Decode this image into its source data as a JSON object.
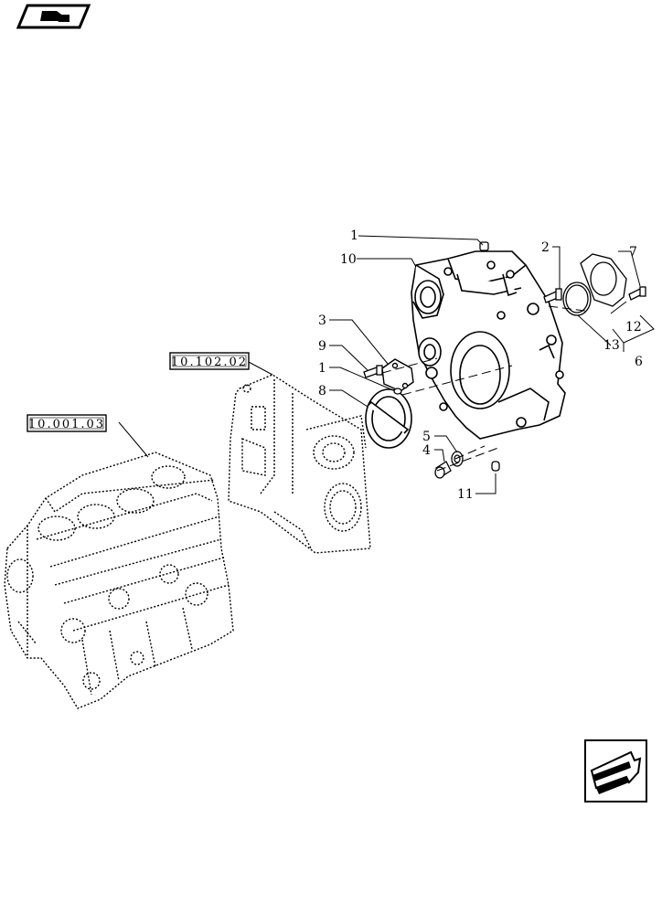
{
  "references": [
    {
      "id": "ref-engine-block",
      "label": "10.001.03"
    },
    {
      "id": "ref-gear-housing",
      "label": "10.102.02"
    }
  ],
  "callouts": [
    "1",
    "10",
    "3",
    "9",
    "1",
    "8",
    "2",
    "7",
    "12",
    "13",
    "6",
    "5",
    "4",
    "11"
  ],
  "icons": {
    "top_left": "book-icon",
    "bottom_right": "previous-page-arrow-icon"
  }
}
